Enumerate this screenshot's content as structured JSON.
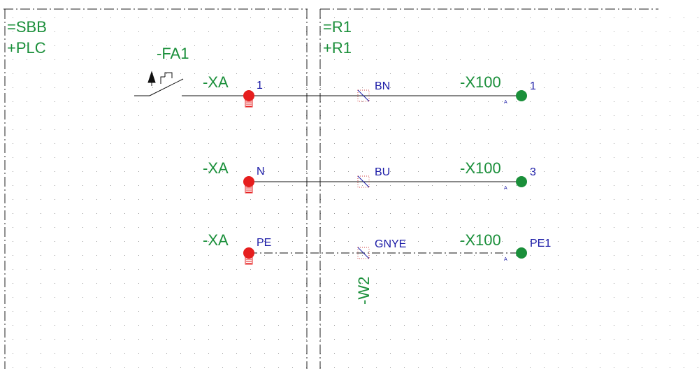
{
  "colors": {
    "background": "#ffffff",
    "grid_dot": "#9a9a9a",
    "frame_line": "#222222",
    "wire": "#111111",
    "device_label": "#1a8f3a",
    "wire_label": "#1a1aa6",
    "left_terminal": "#e61e1e",
    "right_terminal": "#1a8f3a",
    "wire_marker": "#d04040"
  },
  "areas": {
    "left": {
      "function": "=SBB",
      "location": "+PLC"
    },
    "right": {
      "function": "=R1",
      "location": "+R1"
    }
  },
  "breaker": {
    "tag": "-FA1",
    "icon": "circuit-breaker-icon"
  },
  "cable": {
    "tag": "-W2"
  },
  "rows": [
    {
      "left_strip": "-XA",
      "left_terminal": "1",
      "core_color": "BN",
      "right_strip": "-X100",
      "right_terminal": "1",
      "right_sub": "A",
      "line_style": "solid"
    },
    {
      "left_strip": "-XA",
      "left_terminal": "N",
      "core_color": "BU",
      "right_strip": "-X100",
      "right_terminal": "3",
      "right_sub": "A",
      "line_style": "solid"
    },
    {
      "left_strip": "-XA",
      "left_terminal": "PE",
      "core_color": "GNYE",
      "right_strip": "-X100",
      "right_terminal": "PE1",
      "right_sub": "A",
      "line_style": "dash-dot"
    }
  ]
}
